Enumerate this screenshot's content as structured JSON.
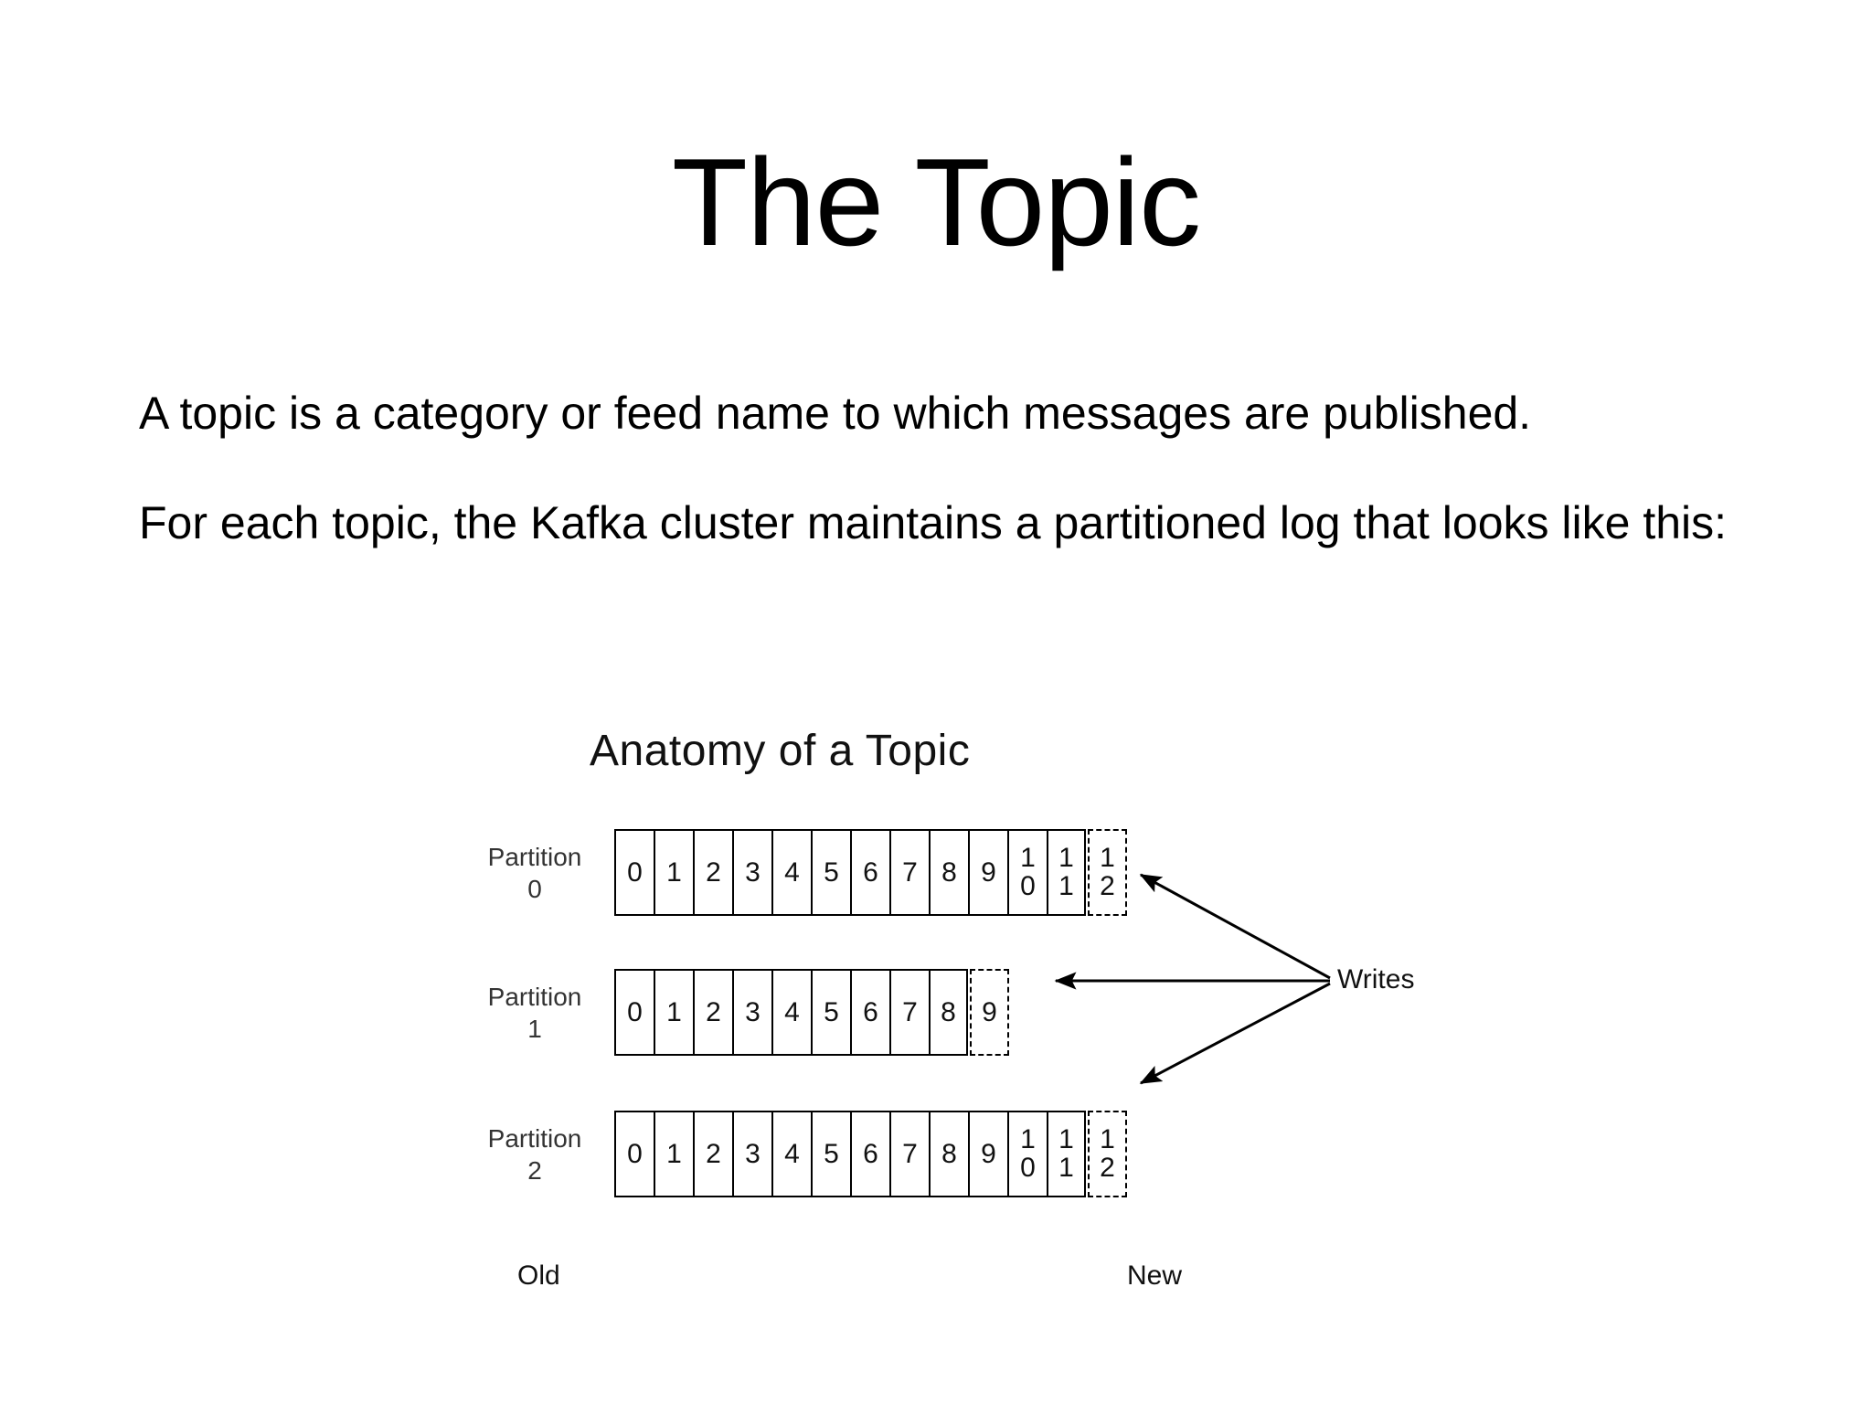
{
  "slide": {
    "title": "The Topic",
    "paragraphs": [
      "A topic is a category or feed name to which messages are published.",
      "For each topic, the Kafka cluster maintains a partitioned log that looks like this:"
    ]
  },
  "diagram": {
    "title": "Anatomy of a Topic",
    "writes_label": "Writes",
    "axis": {
      "start_label": "Old",
      "end_label": "New"
    },
    "partitions": [
      {
        "label_line1": "Partition",
        "label_line2": "0",
        "cells": [
          "0",
          "1",
          "2",
          "3",
          "4",
          "5",
          "6",
          "7",
          "8",
          "9",
          "10",
          "11"
        ],
        "pending_cell": "12"
      },
      {
        "label_line1": "Partition",
        "label_line2": "1",
        "cells": [
          "0",
          "1",
          "2",
          "3",
          "4",
          "5",
          "6",
          "7",
          "8"
        ],
        "pending_cell": "9"
      },
      {
        "label_line1": "Partition",
        "label_line2": "2",
        "cells": [
          "0",
          "1",
          "2",
          "3",
          "4",
          "5",
          "6",
          "7",
          "8",
          "9",
          "10",
          "11"
        ],
        "pending_cell": "12"
      }
    ]
  },
  "colors": {
    "background": "#ffffff",
    "text": "#000000",
    "diagram_stroke": "#000000"
  }
}
